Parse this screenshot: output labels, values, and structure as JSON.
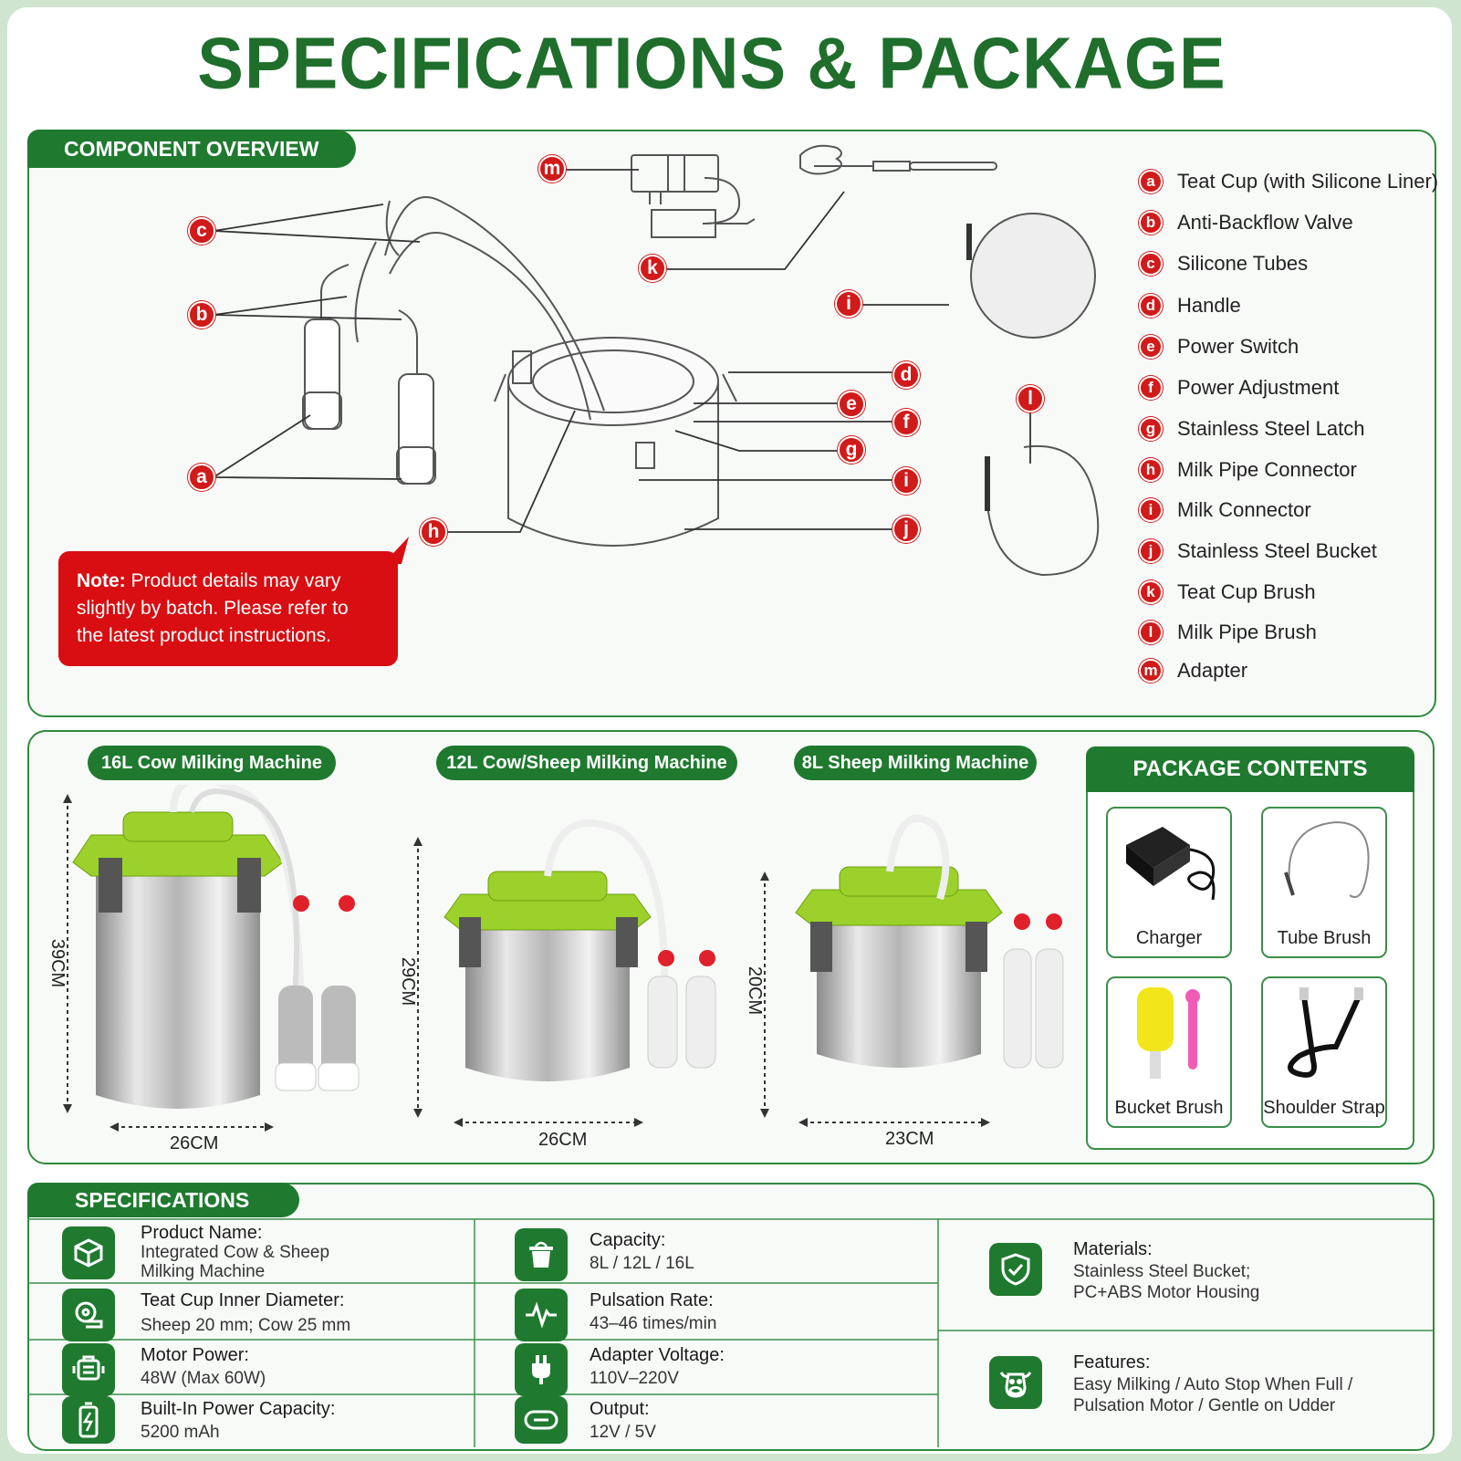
{
  "title": "SPECIFICATIONS & PACKAGE",
  "overview": {
    "tab": "COMPONENT OVERVIEW",
    "components": [
      {
        "letter": "a",
        "name": "Teat Cup (with Silicone Liner)"
      },
      {
        "letter": "b",
        "name": "Anti-Backflow Valve"
      },
      {
        "letter": "c",
        "name": "Silicone Tubes"
      },
      {
        "letter": "d",
        "name": "Handle"
      },
      {
        "letter": "e",
        "name": "Power Switch"
      },
      {
        "letter": "f",
        "name": "Power Adjustment"
      },
      {
        "letter": "g",
        "name": "Stainless Steel Latch"
      },
      {
        "letter": "h",
        "name": "Milk Pipe Connector"
      },
      {
        "letter": "i",
        "name": "Milk Connector"
      },
      {
        "letter": "j",
        "name": "Stainless Steel Bucket"
      },
      {
        "letter": "k",
        "name": "Teat Cup Brush"
      },
      {
        "letter": "l",
        "name": "Milk Pipe Brush"
      },
      {
        "letter": "m",
        "name": "Adapter"
      }
    ],
    "note_bold": "Note:",
    "note_text": " Product details may vary slightly by batch. Please refer to the latest product instructions."
  },
  "models": [
    {
      "name": "16L Cow Milking Machine",
      "height": "39CM",
      "width": "26CM"
    },
    {
      "name": "12L Cow/Sheep Milking Machine",
      "height": "29CM",
      "width": "26CM"
    },
    {
      "name": "8L Sheep Milking Machine",
      "height": "20CM",
      "width": "23CM"
    }
  ],
  "package": {
    "title": "PACKAGE CONTENTS",
    "items": [
      "Charger",
      "Tube Brush",
      "Bucket Brush",
      "Shoulder Strap"
    ]
  },
  "specs": {
    "tab": "SPECIFICATIONS",
    "items": [
      {
        "icon": "box-icon",
        "label": "Product Name:",
        "value": [
          "Integrated Cow & Sheep",
          "Milking Machine"
        ]
      },
      {
        "icon": "bucket-icon",
        "label": "Capacity:",
        "value": [
          "8L / 12L / 16L"
        ]
      },
      {
        "icon": "shield-check-icon",
        "label": "Materials:",
        "value": [
          "Stainless Steel Bucket;",
          "PC+ABS Motor Housing"
        ]
      },
      {
        "icon": "tape-measure-icon",
        "label": "Teat Cup Inner Diameter:",
        "value": [
          "Sheep 20 mm; Cow 25 mm"
        ]
      },
      {
        "icon": "pulse-icon",
        "label": "Pulsation Rate:",
        "value": [
          "43–46 times/min"
        ]
      },
      {
        "icon": "motor-icon",
        "label": "Motor Power:",
        "value": [
          "48W (Max 60W)"
        ]
      },
      {
        "icon": "plug-icon",
        "label": "Adapter Voltage:",
        "value": [
          "110V–220V"
        ]
      },
      {
        "icon": "cow-icon",
        "label": "Features:",
        "value": [
          "Easy Milking / Auto Stop When Full /",
          "Pulsation Motor / Gentle on Udder"
        ]
      },
      {
        "icon": "battery-icon",
        "label": "Built-In Power Capacity:",
        "value": [
          "5200 mAh"
        ]
      },
      {
        "icon": "usb-icon",
        "label": "Output:",
        "value": [
          "12V / 5V"
        ]
      }
    ]
  },
  "colors": {
    "brand_green": "#1f7a2f",
    "marker_red": "#d11a1a",
    "lid_green": "#9bd12a"
  }
}
